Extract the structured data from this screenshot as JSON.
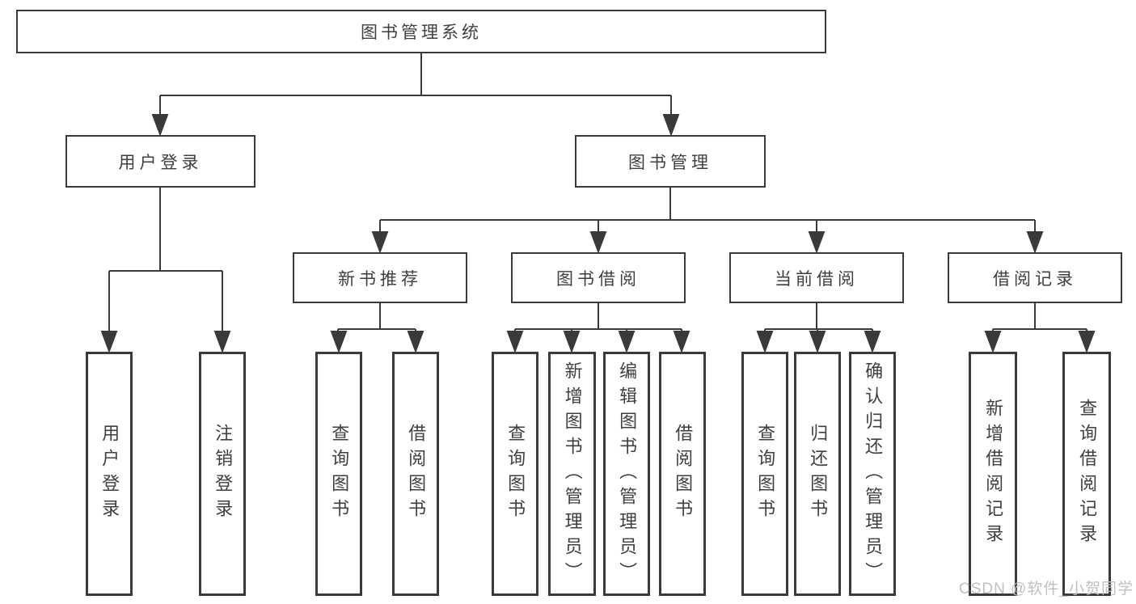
{
  "diagram_title": "图书管理系统",
  "tree": {
    "root": {
      "label": "图书管理系统"
    },
    "level2": [
      {
        "label": "用户登录"
      },
      {
        "label": "图书管理"
      }
    ],
    "level3": [
      {
        "label": "新书推荐",
        "parent": "图书管理"
      },
      {
        "label": "图书借阅",
        "parent": "图书管理"
      },
      {
        "label": "当前借阅",
        "parent": "图书管理"
      },
      {
        "label": "借阅记录",
        "parent": "图书管理"
      }
    ],
    "leaves": [
      {
        "label": "用户登录",
        "parent": "用户登录"
      },
      {
        "label": "注销登录",
        "parent": "用户登录"
      },
      {
        "label": "查询图书",
        "parent": "新书推荐"
      },
      {
        "label": "借阅图书",
        "parent": "新书推荐"
      },
      {
        "label": "查询图书",
        "parent": "图书借阅"
      },
      {
        "label": "新增图书（管理员）",
        "parent": "图书借阅"
      },
      {
        "label": "编辑图书（管理员）",
        "parent": "图书借阅"
      },
      {
        "label": "借阅图书",
        "parent": "图书借阅"
      },
      {
        "label": "查询图书",
        "parent": "当前借阅"
      },
      {
        "label": "归还图书",
        "parent": "当前借阅"
      },
      {
        "label": "确认归还（管理员）",
        "parent": "当前借阅"
      },
      {
        "label": "新增借阅记录",
        "parent": "借阅记录"
      },
      {
        "label": "查询借阅记录",
        "parent": "借阅记录"
      }
    ]
  },
  "watermark": "CSDN @软件_小贺同学",
  "colors": {
    "line": "#3a3a3a",
    "box_border": "#3a3a3a",
    "box_background": "#ffffff",
    "text": "#3f3f3f",
    "watermark": "#bdbdbd",
    "page_background": "#ffffff"
  }
}
